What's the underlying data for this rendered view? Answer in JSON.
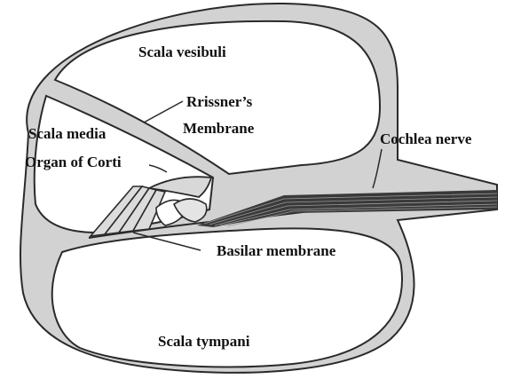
{
  "labels": {
    "scala_vestibuli": "Scala  vesibuli",
    "reissners_line1": "Rrissner’s",
    "reissners_line2": "Membrane",
    "scala_media": "Scala  media",
    "organ_of_corti": "Organ of Corti",
    "cochlea_nerve": "Cochlea nerve",
    "basilar_membrane": "Basilar membrane",
    "scala_tympani": "Scala  tympani"
  },
  "colors": {
    "tissue_fill": "#d2d2d2",
    "outline": "#2a2a2a",
    "chamber_fill": "#ffffff",
    "nerve_dark": "#2e2e2e"
  }
}
